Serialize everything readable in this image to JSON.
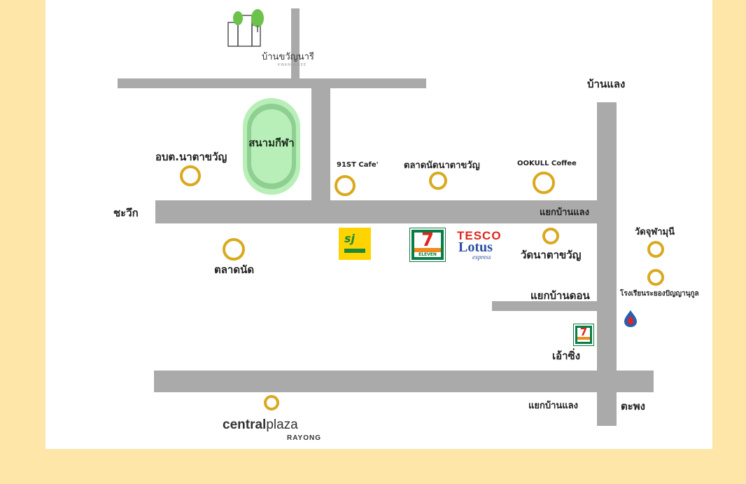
{
  "logo": {
    "name_thai": "บ้านขวัญนารี",
    "name_en": "KWANNAREE"
  },
  "stadium": {
    "label": "สนามกีฬา"
  },
  "places": {
    "obt": "อบต.นาตาขวัญ",
    "chawik": "ชะวึก",
    "cafe91": "91ST Cafe'",
    "talad_nad_natakwan": "ตลาดนัดนาตาขวัญ",
    "ookull": "OOKULL Coffee",
    "ban_laeng": "บ้านแลง",
    "yaek_ban_laeng_top": "แยกบ้านแลง",
    "talad_nad": "ตลาดนัด",
    "wat_natakwan": "วัดนาตาขวัญ",
    "wat_chuphamuni": "วัดจุฬามุนี",
    "school": "โรงเรียนระยองปัญญานุกูล",
    "yaek_ban_don": "แยกบ้านดอน",
    "ao_sing": "เอ้าซิ่ง",
    "yaek_ban_laeng_bottom": "แยกบ้านแลง",
    "ta_phong": "ตะพง"
  },
  "brands": {
    "seven_number": "7",
    "seven_text": "ELEVEN",
    "sj_letters": "sj",
    "tesco_line1": "TESCO",
    "tesco_line2": "Lotus",
    "tesco_line3": "express",
    "central_a": "central",
    "central_b": "plaza",
    "central_city": "RAYONG"
  },
  "colors": {
    "page_border": "#fde6a8",
    "road": "#aaaaaa",
    "marker": "#d9a91f",
    "stadium": "#b8efb8"
  }
}
